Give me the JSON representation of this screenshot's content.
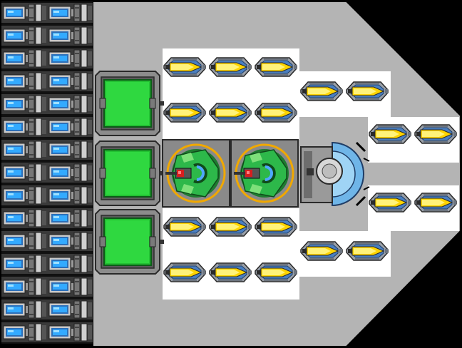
{
  "colors": {
    "background": "#000000",
    "hull": "#b4b4b4",
    "deck": "#ffffff",
    "armor_green": "#22c032",
    "cell_blue": "#33aaff",
    "thruster_yellow": "#ffd400",
    "thruster_blue": "#4a7fc0",
    "turret_green": "#2db84a",
    "turret_red": "#d81e1e",
    "ring_orange": "#f0a800",
    "reactor_blue": "#6fb5e8"
  },
  "icons": {
    "battery_cell": "battery-cell-icon",
    "armor_block": "armor-block-icon",
    "thruster": "thruster-icon",
    "turret": "turret-icon",
    "reactor": "reactor-core-icon"
  },
  "ship": {
    "battery_columns": 2,
    "battery_rows": 15,
    "armor_blocks": 3,
    "turrets": 2,
    "reactor": 1,
    "thrusters": 20
  }
}
